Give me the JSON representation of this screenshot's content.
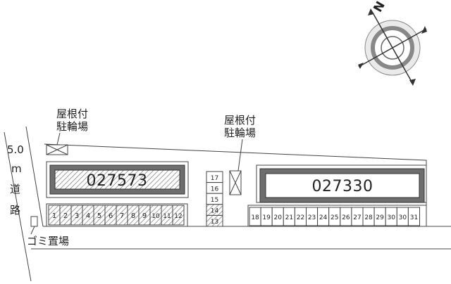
{
  "compass": {
    "label": "N"
  },
  "road": {
    "width_label": "5.0",
    "unit_label": "m",
    "name_chars": [
      "道",
      "路"
    ]
  },
  "labels": {
    "bike_shelter_1": [
      "屋根付",
      "駐輪場"
    ],
    "bike_shelter_2": [
      "屋根付",
      "駐輪場"
    ],
    "garbage": "ゴミ置場"
  },
  "buildings": [
    {
      "id": "027573"
    },
    {
      "id": "027330"
    }
  ],
  "parking": {
    "left_row": [
      "1",
      "2",
      "3",
      "4",
      "5",
      "6",
      "7",
      "8",
      "9",
      "10",
      "11",
      "12"
    ],
    "middle_column": [
      "17",
      "16",
      "15",
      "14",
      "13"
    ],
    "right_row": [
      "18",
      "19",
      "20",
      "21",
      "22",
      "23",
      "24",
      "25",
      "26",
      "27",
      "28",
      "29",
      "30",
      "30",
      "31"
    ]
  }
}
